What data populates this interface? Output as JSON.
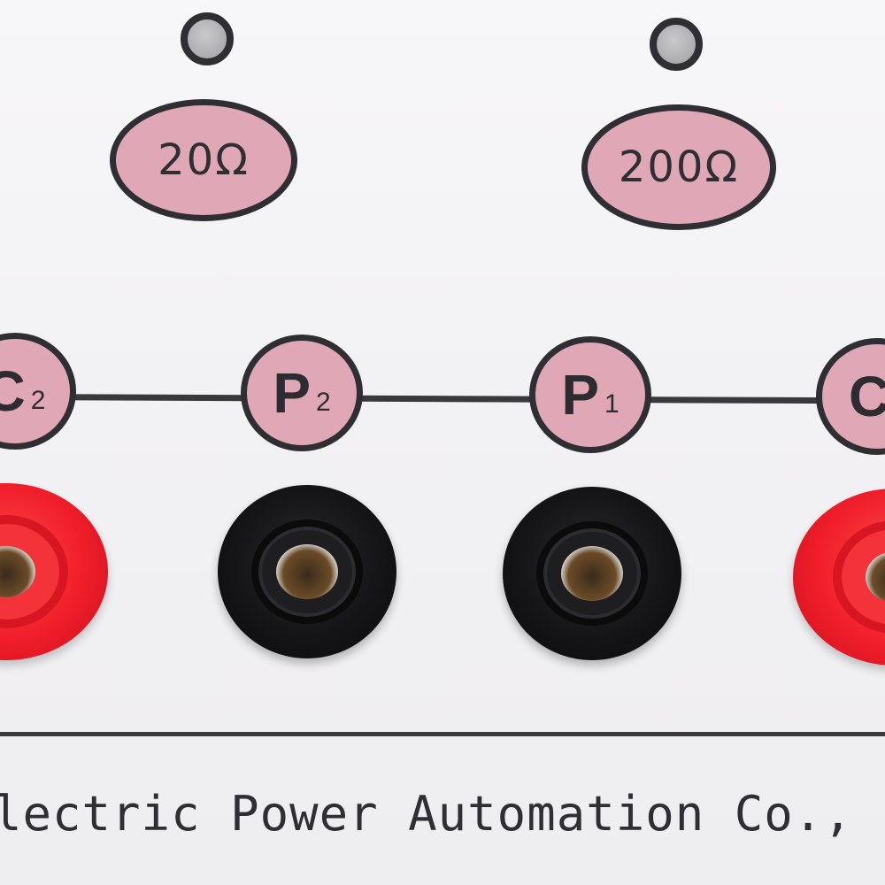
{
  "range_buttons": [
    {
      "label": "20Ω"
    },
    {
      "label": "200Ω"
    }
  ],
  "terminals": [
    {
      "letter": "C",
      "sub": "2",
      "socket_color": "red"
    },
    {
      "letter": "P",
      "sub": "2",
      "socket_color": "black"
    },
    {
      "letter": "P",
      "sub": "1",
      "socket_color": "black"
    },
    {
      "letter": "C",
      "sub": "",
      "socket_color": "red"
    }
  ],
  "company_text": "lectric Power Automation Co., Ltd.",
  "colors": {
    "label_fill": "#e0a8b6",
    "outline": "#2e2e33",
    "red_socket": "#f01e2a",
    "black_socket": "#151517",
    "panel": "#f2f1f3"
  }
}
